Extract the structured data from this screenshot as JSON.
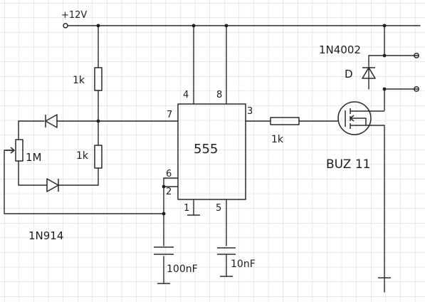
{
  "sheet": {
    "paper_color": "#ffffff",
    "grid_color": "#cfcfcf",
    "ink_color": "#2a2a2a"
  },
  "supply": {
    "label": "+12V"
  },
  "ic": {
    "label": "555"
  },
  "pins": {
    "p4": "4",
    "p8": "8",
    "p7": "7",
    "p3": "3",
    "p6": "6",
    "p2": "2",
    "p1": "1",
    "p5": "5"
  },
  "components": {
    "r_top": "1k",
    "r_mid": "1k",
    "r_out": "1k",
    "pot": "1M",
    "diode_type": "1N914",
    "cap_timing": "100nF",
    "cap_ctrl": "10nF",
    "flyback_type": "1N4002",
    "flyback_ref": "D",
    "mosfet": "BUZ 11"
  }
}
